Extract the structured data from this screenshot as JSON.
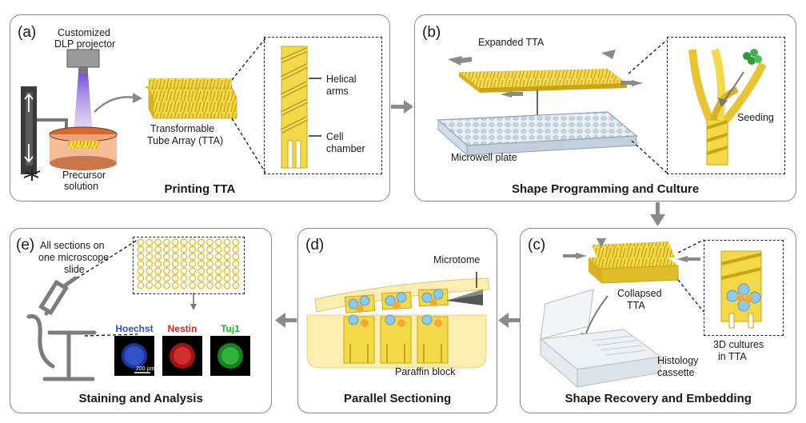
{
  "panel_a": {
    "label": "(a)",
    "title": "Printing TTA",
    "projector": [
      "Customized",
      "DLP projector"
    ],
    "precursor": [
      "Precursor",
      "solution"
    ],
    "tta": [
      "Transformable",
      "Tube Array (TTA)"
    ],
    "helical": [
      "Helical",
      "arms"
    ],
    "chamber": [
      "Cell",
      "chamber"
    ]
  },
  "panel_b": {
    "label": "(b)",
    "title": "Shape Programming and Culture",
    "expanded": "Expanded TTA",
    "microwell": "Microwell plate",
    "seeding": "Seeding"
  },
  "panel_c": {
    "label": "(c)",
    "title": "Shape Recovery and Embedding",
    "collapsed": [
      "Collapsed",
      "TTA"
    ],
    "cultures": [
      "3D cultures",
      "in TTA"
    ],
    "cassette": [
      "Histology",
      "cassette"
    ]
  },
  "panel_d": {
    "label": "(d)",
    "title": "Parallel Sectioning",
    "microtome": "Microtome",
    "paraffin": "Paraffin block"
  },
  "panel_e": {
    "label": "(e)",
    "title": "Staining and Analysis",
    "sections": [
      "All sections on",
      "one microscope",
      "slide"
    ],
    "stains": [
      {
        "name": "Hoechst",
        "color": "#2b4fd6"
      },
      {
        "name": "Nestin",
        "color": "#e02020"
      },
      {
        "name": "Tuj1",
        "color": "#22b030"
      }
    ],
    "scale": "200 µm"
  },
  "colors": {
    "tta_yellow": "#f0d23c",
    "tta_dark": "#c9a514",
    "panel_border": "#8a8a8a",
    "flow_arrow": "#8a8a8a",
    "cell_blue": "#8ec9ea",
    "cell_orange": "#f3a93a",
    "paraffin": "#fbeeb0"
  }
}
